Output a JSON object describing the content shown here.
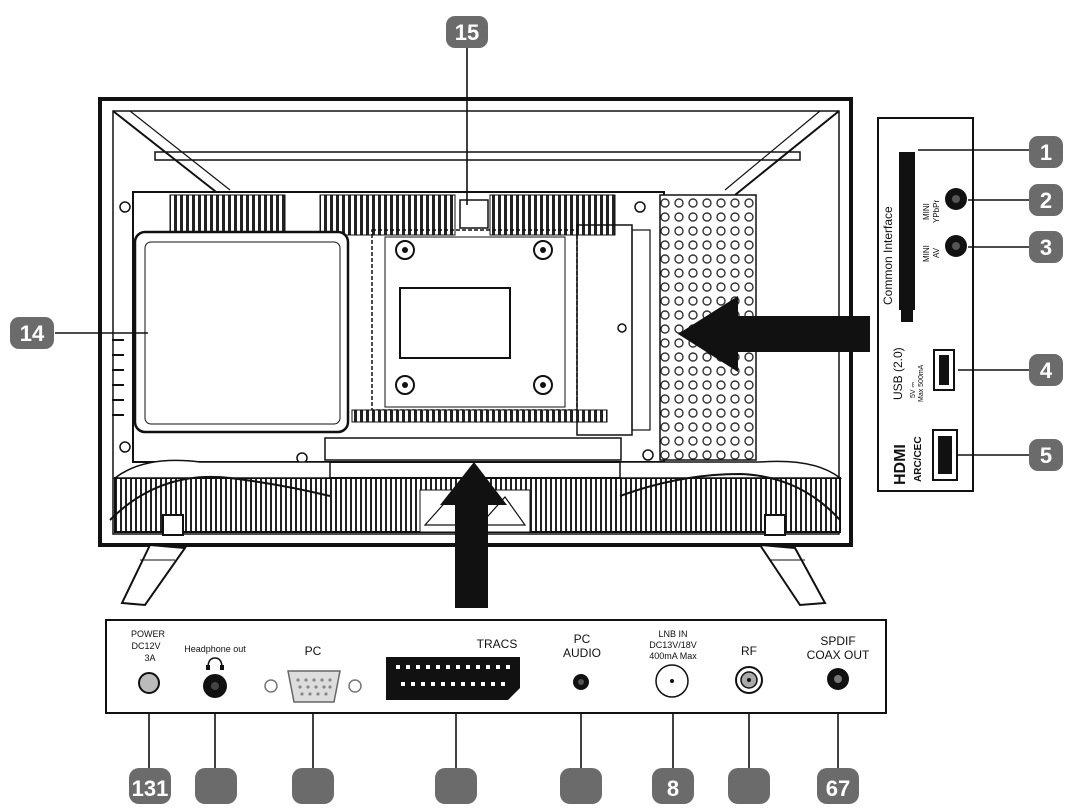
{
  "callouts": {
    "n1": "1",
    "n2": "2",
    "n3": "3",
    "n4": "4",
    "n5": "5",
    "n14": "14",
    "n15": "15",
    "b_power": "131",
    "b_headphone": "",
    "b_pc": "",
    "b_tracs": "",
    "b_pcaudio": "",
    "b_lnb": "8",
    "b_rf": "",
    "b_spdif": "67"
  },
  "side_panel": {
    "common_interface": "Common Interface",
    "mini_ypbpr_1": "MINI",
    "mini_ypbpr_2": "YPbPr",
    "mini_av_1": "MINI",
    "mini_av_2": "AV",
    "usb": "USB (2.0)",
    "usb_spec_1": "5V ⎓",
    "usb_spec_2": "Max 500mA",
    "hdmi": "HDMI",
    "arc_cec": "ARC/CEC"
  },
  "bottom_panel": {
    "power_1": "POWER",
    "power_2": "DC12V",
    "power_3": "3A",
    "headphone": "Headphone out",
    "pc": "PC",
    "tracs": "TRACS",
    "pc_audio_1": "PC",
    "pc_audio_2": "AUDIO",
    "lnb_1": "LNB IN",
    "lnb_2": "DC13V/18V",
    "lnb_3": "400mA Max",
    "rf": "RF",
    "spdif_1": "SPDIF",
    "spdif_2": "COAX OUT"
  },
  "colors": {
    "badge": "#6b6b6b",
    "line": "#111111",
    "arrow": "#111111"
  }
}
